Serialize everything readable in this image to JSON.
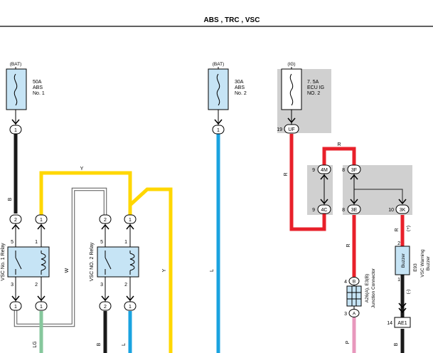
{
  "header": {
    "title": "ABS , TRC , VSC"
  },
  "sources": {
    "bat1": "(BAT)",
    "bat2": "(BAT)",
    "ig": "(IG)"
  },
  "fuses": {
    "abs1": {
      "amp": "50A",
      "l1": "ABS",
      "l2": "No. 1"
    },
    "abs2": {
      "amp": "30A",
      "l1": "ABS",
      "l2": "No. 2"
    },
    "ecu": {
      "amp": "7. 5A",
      "l1": "ECU IG",
      "l2": "NO. 2"
    }
  },
  "relays": {
    "vsc1": "VSC No. 1 Relay",
    "vsc2": "VSC NO. 2 Relay"
  },
  "pins": {
    "one": "1",
    "five": "5",
    "three": "3",
    "two": "2",
    "nine": "9",
    "eight": "8",
    "ten": "10",
    "four": "4",
    "nineteen": "19",
    "fourteen": "14",
    "minus": "(-)",
    "plus": "(+)"
  },
  "wires": {
    "b": "B",
    "y": "Y",
    "w": "W",
    "l": "L",
    "lg": "LG",
    "r": "R",
    "p": "P"
  },
  "connectors": {
    "uf": "UF",
    "4m": "4M",
    "3f": "3F",
    "4c": "4C",
    "3e": "3E",
    "3k": "3K",
    "b": "B",
    "a": "A",
    "ae1": "AE1"
  },
  "junction": {
    "code": "A26(A), E3(B)",
    "name": "Junction Connector"
  },
  "buzzer": {
    "label": "Buzzer",
    "code": "E93",
    "name1": "VSC Warning",
    "name2": "Buzzer"
  },
  "colors": {
    "black": "#1a1a1a",
    "blue": "#1aa3e0",
    "yellow": "#ffd700",
    "red": "#e8202a",
    "green": "#86c79c",
    "pink": "#e898bd",
    "relay": "#c6e4f5",
    "shade": "#d0d0d0"
  }
}
